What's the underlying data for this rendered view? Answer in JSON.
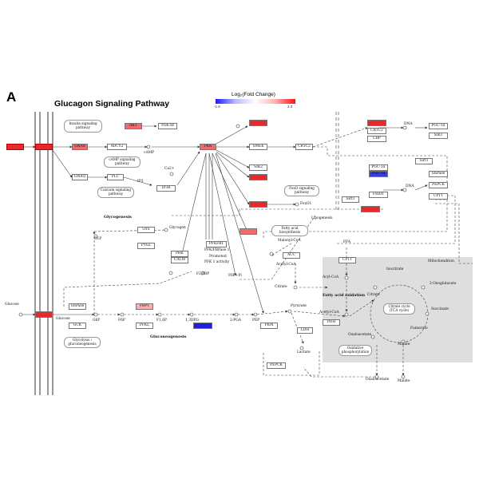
{
  "figure": {
    "panel_label": "A",
    "title": "Glucagon Signaling  Pathway",
    "legend": {
      "title": "Log₂(Fold Change)",
      "min": "-1.8",
      "max": "2.3"
    }
  },
  "nodes": {
    "gcgr": "",
    "gcgr2": "",
    "insulin_path": "Insulin signaling pathway",
    "akt": "AKT",
    "pde3b": "PDE3B",
    "gnas": "GNAS",
    "adcy2": "ADCY2",
    "camp": "cAMP",
    "camp_path": "cAMP signaling pathway",
    "gnaq": "GNAQ",
    "plc": "PLC",
    "ip3": "IP3",
    "calcium_path": "Calcium signaling pathway",
    "ca": "Ca2+",
    "ip3r": "IP3R",
    "pka": "PKA",
    "creb_top": "",
    "smek": "SMEK",
    "crtc2_mid": "CRTC2",
    "sik2": "SIK2",
    "red_mid": "",
    "red_lower": "",
    "foxo_path": "FoxO signaling pathway",
    "foxo1": "FoxO1",
    "creb": "",
    "crtc2_right": "CRTC2",
    "cbp": "CBP",
    "dna1": "DNA",
    "pgc1a_top": "PGC-1α",
    "sik1": "SIK1",
    "sirt1_top": "Sirt1",
    "pgc1a_blue": "PGC-1α",
    "pgc1a_mid": "PGC-1α",
    "foxo1_r": "FoxO1",
    "dna2": "DNA",
    "sirt1_mid": "Sirt1",
    "red_right": "",
    "g6pase_r": "G6Pase",
    "pepck_r": "PEPCK",
    "cpt1_r": "CPT1",
    "gys": "GYS",
    "glycogen": "Glycogen",
    "glycogenesis": "Glycogenesis",
    "pygl": "PYGL",
    "phk": "PHK",
    "calm": "CALM",
    "pfkfb1": "PFKFB1",
    "pfk_line2": "PFK/FBPase 1",
    "pfk_line3": "Promoted",
    "pfk_line4": "PFK 1 activity",
    "f26bp": "F2,6BP",
    "f6p_pl": "F6P+Pi",
    "red_accb": "",
    "fa_path": "Fatty acid biosynthesis",
    "malonyl": "Malonyl-CoA",
    "acc": "ACC",
    "acetyl_top": "Acetyl-CoA",
    "lipogenesis": "Lipogenesis",
    "ffa": "FFA",
    "cpt1_mid": "CPT1",
    "citrate_l": "Citrate",
    "acylcoa": "Acyl-CoA",
    "fatty_ox": "Fatty acid oxidation",
    "acetylcoa": "Acetyl-CoA",
    "pdh": "PDH",
    "pyruvate": "Pyruvate",
    "mitochondrion": "Mitochondrion",
    "isocitrate": "Isocitrate",
    "oxoglut": "2-Oxoglutarate",
    "citrate": "Citrate",
    "tca": "Citrate cycle (TCA cycle)",
    "succinate": "Succinate",
    "fumarate": "Fumarate",
    "oxaloacetate": "Oxaloacetate",
    "malate": "Malate",
    "oxphos": "Oxidative phosphorylation",
    "oxalo_out": "Oxaloacetate",
    "malate_out": "Malate",
    "pepck_low": "PEPCK",
    "glucose": "Glucose",
    "glucose2": "Glucose",
    "g6pase": "G6Pase",
    "gck": "GCK",
    "glycolysis": "Glycolysis / gluconeogenesis",
    "g6p": "G6P",
    "g1p": "G1P",
    "f6p": "F6P",
    "fbp1": "FBP1",
    "pfkl": "PFKL",
    "f16p": "F1,6P",
    "gapdh_blue": "",
    "p13dpg": "1,3DPG",
    "p2pga": "2-PGA",
    "pep": "PEP",
    "pkm": "PKM",
    "ldh": "LDH",
    "lactate": "Lactate",
    "gluconeo": "Gluconeogenesis",
    "plc2": "PLC"
  },
  "colors": {
    "red_strong": "#e8292b",
    "red_mid": "#ef6a6a",
    "red_light": "#f6b0b0",
    "blue_strong": "#1919dd",
    "blue_light": "#5a6fe0",
    "mito_bg": "#dedede"
  }
}
